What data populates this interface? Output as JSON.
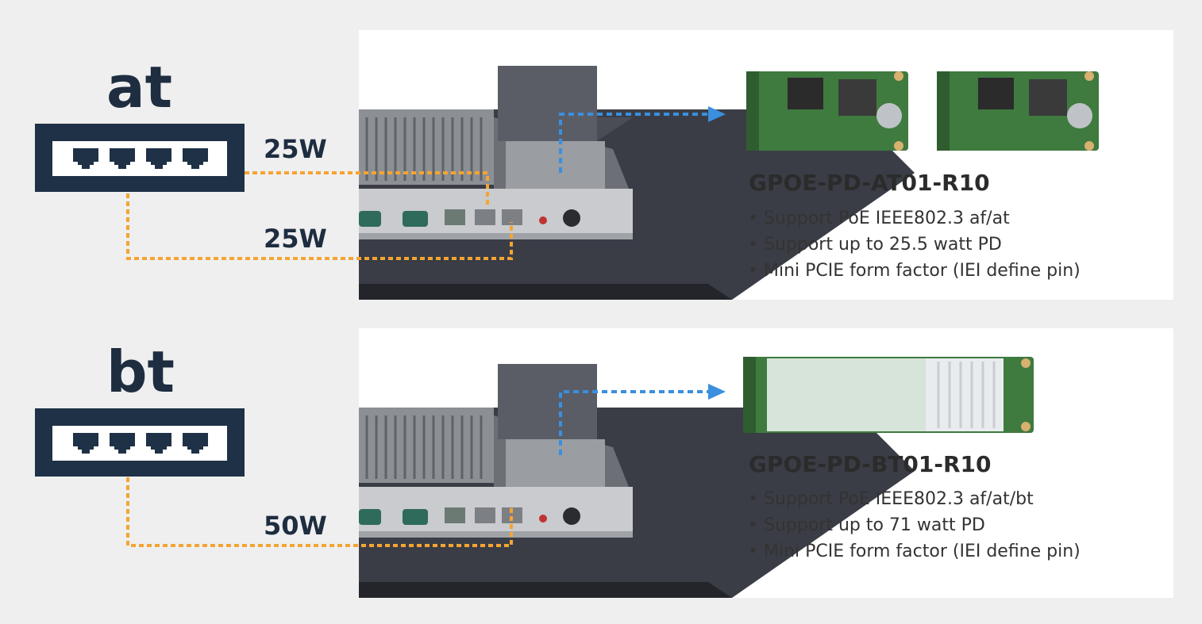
{
  "sections": [
    {
      "label": "at",
      "watts": [
        "25W",
        "25W"
      ],
      "product": {
        "title": "GPOE-PD-AT01-R10",
        "features": [
          "Support PoE IEEE802.3 af/at",
          "Support up to 25.5 watt PD",
          "Mini PCIE form factor (IEI define pin)"
        ]
      }
    },
    {
      "label": "bt",
      "watts": [
        "50W"
      ],
      "product": {
        "title": "GPOE-PD-BT01-R10",
        "features": [
          "Support PoE IEEE802.3 af/at/bt",
          "Support up to 71 watt PD",
          "Mini PCIE form factor (IEI define pin)"
        ]
      }
    }
  ],
  "colors": {
    "switch": "#1e3146",
    "label_text": "#1e2d40",
    "power_line": "#f5a433",
    "pointer_arrow": "#3a8fde",
    "pcb_green": "#3f7a3f"
  },
  "icons": [
    "ethernet-switch-icon",
    "rj45-port-icon",
    "dotted-arrow-icon",
    "pd-module-image",
    "panel-pc-image"
  ]
}
